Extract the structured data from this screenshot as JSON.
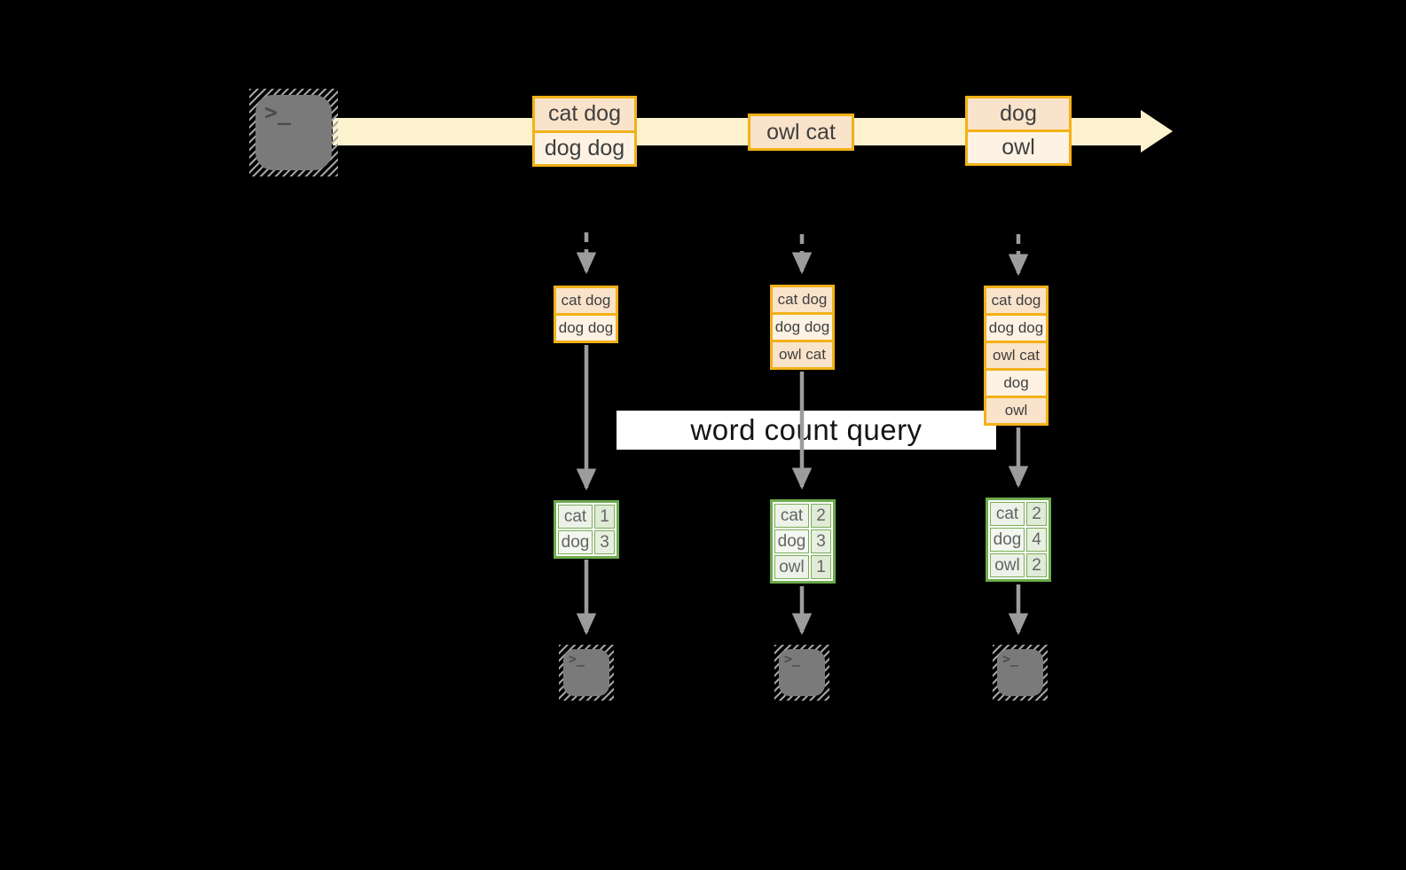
{
  "query_label": "word count query",
  "terminal_glyph": ">_",
  "stream": {
    "events": [
      {
        "rows": [
          "cat dog",
          "dog dog"
        ]
      },
      {
        "rows": [
          "owl cat"
        ]
      },
      {
        "rows": [
          "dog",
          "owl"
        ]
      }
    ]
  },
  "columns": [
    {
      "buffer": [
        "cat dog",
        "dog dog"
      ],
      "counts": [
        {
          "word": "cat",
          "n": "1"
        },
        {
          "word": "dog",
          "n": "3"
        }
      ]
    },
    {
      "buffer": [
        "cat dog",
        "dog dog",
        "owl cat"
      ],
      "counts": [
        {
          "word": "cat",
          "n": "2"
        },
        {
          "word": "dog",
          "n": "3"
        },
        {
          "word": "owl",
          "n": "1"
        }
      ]
    },
    {
      "buffer": [
        "cat dog",
        "dog dog",
        "owl cat",
        "dog",
        "owl"
      ],
      "counts": [
        {
          "word": "cat",
          "n": "2"
        },
        {
          "word": "dog",
          "n": "4"
        },
        {
          "word": "owl",
          "n": "2"
        }
      ]
    }
  ],
  "colors": {
    "stream_band": "#fdf2ce",
    "event_border": "#f2b117",
    "event_fill_dark": "#fae3cb",
    "event_fill_light": "#fdf2e3",
    "table_border": "#6cab4c",
    "arrow_gray": "#9c9c9c",
    "terminal_gray": "#7a7a7a",
    "query_band_bg": "#ffffff"
  }
}
